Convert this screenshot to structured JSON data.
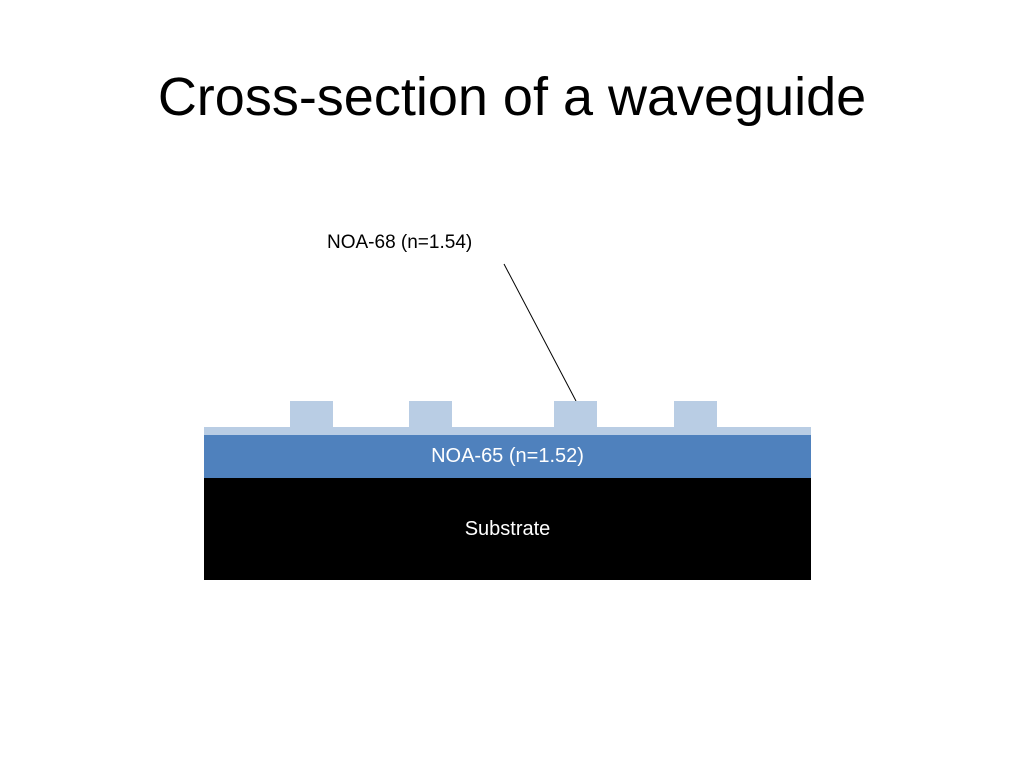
{
  "slide": {
    "title": "Cross-section of a waveguide"
  },
  "diagram": {
    "core": {
      "label": "NOA-68 (n=1.54)",
      "color": "#b9cde4",
      "rib_count": 4
    },
    "cladding": {
      "label": "NOA-65 (n=1.52)",
      "color": "#4f81bd"
    },
    "substrate": {
      "label": "Substrate",
      "color": "#000000"
    },
    "leader_line_color": "#000000"
  }
}
